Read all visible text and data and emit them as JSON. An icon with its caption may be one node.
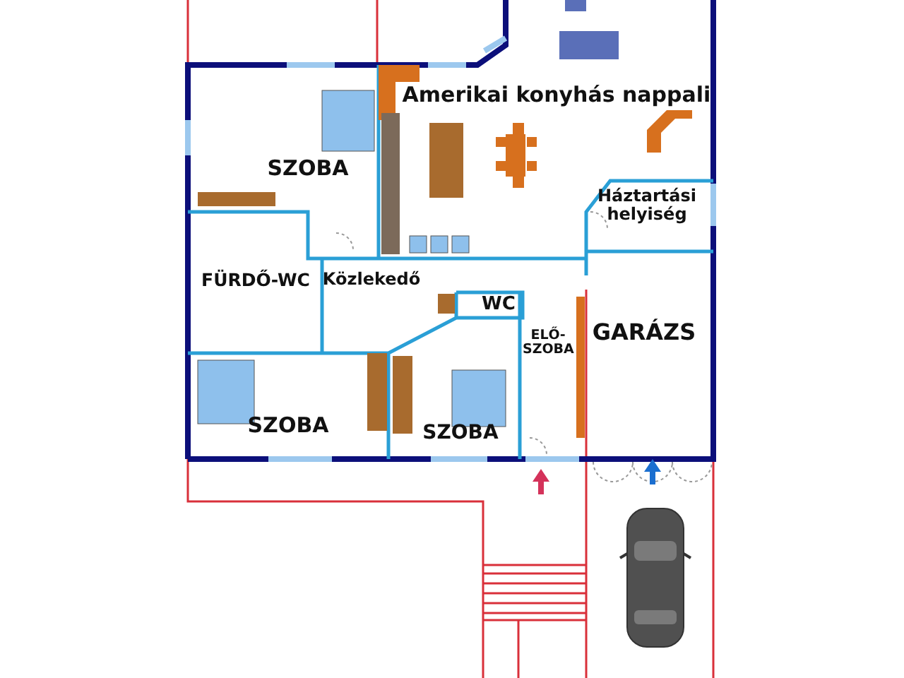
{
  "diagram": {
    "labels": [
      "Amerikai konyhás nappali",
      "SZOBA",
      "Háztartási helyiség",
      "FÜRDŐ-WC",
      "Közlekedő",
      "WC",
      "ELŐ-SZOBA",
      "GARÁZS",
      "SZOBA",
      "SZOBA"
    ]
  }
}
